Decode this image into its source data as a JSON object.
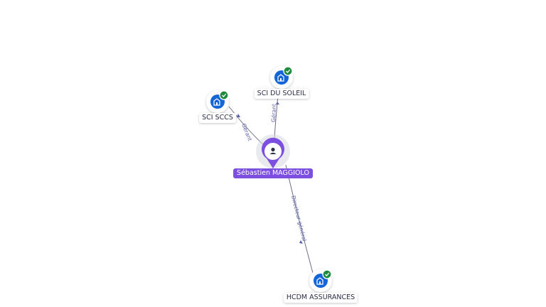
{
  "person": {
    "name": "Sébastien MAGGIOLO",
    "icon": "person-icon",
    "color": "#7d4fe0"
  },
  "companies": [
    {
      "id": "sci-sccs",
      "name": "SCI SCCS",
      "icon": "building-icon",
      "status": "check-icon"
    },
    {
      "id": "sci-du-soleil",
      "name": "SCI DU SOLEIL",
      "icon": "building-icon",
      "status": "check-icon"
    },
    {
      "id": "hcdm-assurances",
      "name": "HCDM ASSURANCES",
      "icon": "building-icon",
      "status": "check-icon"
    }
  ],
  "relations": [
    {
      "to": "sci-sccs",
      "role": "Gérant"
    },
    {
      "to": "sci-du-soleil",
      "role": "Gérant"
    },
    {
      "to": "hcdm-assurances",
      "role": "Directeur général"
    }
  ],
  "colors": {
    "company_blue": "#1565d8",
    "check_green": "#1e8a3e",
    "edge": "#6b6f86"
  }
}
